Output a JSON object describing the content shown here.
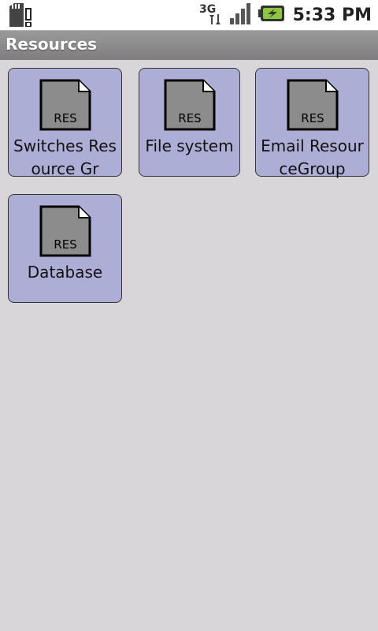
{
  "status_bar": {
    "network": "3G",
    "time": "5:33 PM",
    "icons": [
      "sd-card-alert-icon",
      "data-3g-icon",
      "signal-icon",
      "battery-charging-icon"
    ],
    "colors": {
      "battery": "#8dc63f"
    }
  },
  "header": {
    "title": "Resources"
  },
  "resources": [
    {
      "icon_text": "RES",
      "label": "Switches Resource Gr"
    },
    {
      "icon_text": "RES",
      "label": "File system"
    },
    {
      "icon_text": "RES",
      "label": "Email ResourceGroup"
    },
    {
      "icon_text": "RES",
      "label": "Database"
    }
  ],
  "colors": {
    "tile": "#adaed6",
    "background": "#d9d6da"
  }
}
